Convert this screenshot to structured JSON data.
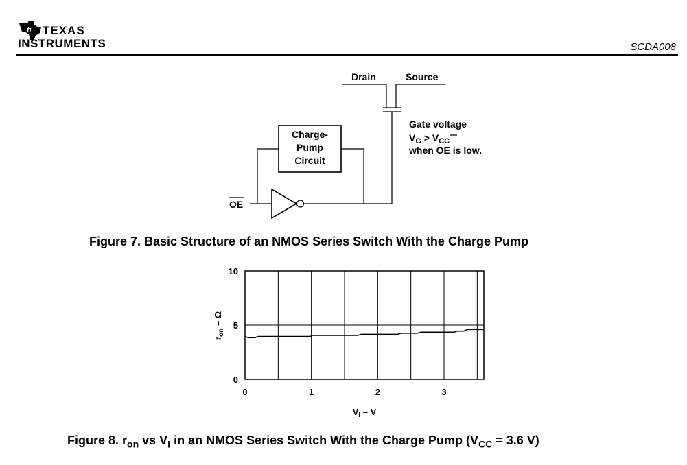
{
  "header": {
    "logo_line1": "TEXAS",
    "logo_line2": "INSTRUMENTS",
    "doc_id": "SCDA008"
  },
  "figure7": {
    "drain_label": "Drain",
    "source_label": "Source",
    "gate_line1": "Gate voltage",
    "gate_vg": "V",
    "gate_vg_sub": "G",
    "gate_gt": " > V",
    "gate_vcc_sub": "CC",
    "gate_line3": "when OE is low.",
    "pump_line1": "Charge-",
    "pump_line2": "Pump",
    "pump_line3": "Circuit",
    "oe_label": "OE",
    "caption": "Figure 7.  Basic Structure of an NMOS Series Switch With the Charge Pump"
  },
  "figure8": {
    "caption_prefix": "Figure 8.  r",
    "caption_sub1": "on",
    "caption_mid": " vs V",
    "caption_sub2": "I",
    "caption_mid2": " in an NMOS Series Switch With the Charge Pump (V",
    "caption_sub3": "CC",
    "caption_end": " = 3.6 V)"
  },
  "chart_data": {
    "type": "line",
    "xlabel_main": "V",
    "xlabel_sub": "I",
    "xlabel_unit": " – V",
    "ylabel_main": "r",
    "ylabel_sub": "on",
    "ylabel_unit": " – Ω",
    "xlim": [
      0,
      3.6
    ],
    "ylim": [
      0,
      10
    ],
    "x_ticks": [
      "0",
      "1",
      "2",
      "3"
    ],
    "x_tick_values": [
      0,
      1,
      2,
      3
    ],
    "y_ticks": [
      "0",
      "5",
      "10"
    ],
    "y_tick_values": [
      0,
      5,
      10
    ],
    "x_grid": [
      0.5,
      1,
      1.5,
      2,
      2.5,
      3,
      3.5
    ],
    "y_grid": [
      5
    ],
    "grid": true,
    "series": [
      {
        "x": [
          0,
          0.05,
          0.1,
          0.15,
          0.2,
          0.5,
          0.99,
          1.0,
          1.05,
          1.7,
          1.75,
          2.3,
          2.35,
          2.6,
          2.65,
          3.15,
          3.2,
          3.3,
          3.35,
          3.6
        ],
        "y": [
          3.95,
          3.85,
          3.85,
          3.85,
          3.95,
          3.95,
          3.95,
          4.05,
          4.05,
          4.05,
          4.15,
          4.15,
          4.25,
          4.25,
          4.35,
          4.35,
          4.45,
          4.45,
          4.6,
          4.6
        ]
      }
    ]
  }
}
